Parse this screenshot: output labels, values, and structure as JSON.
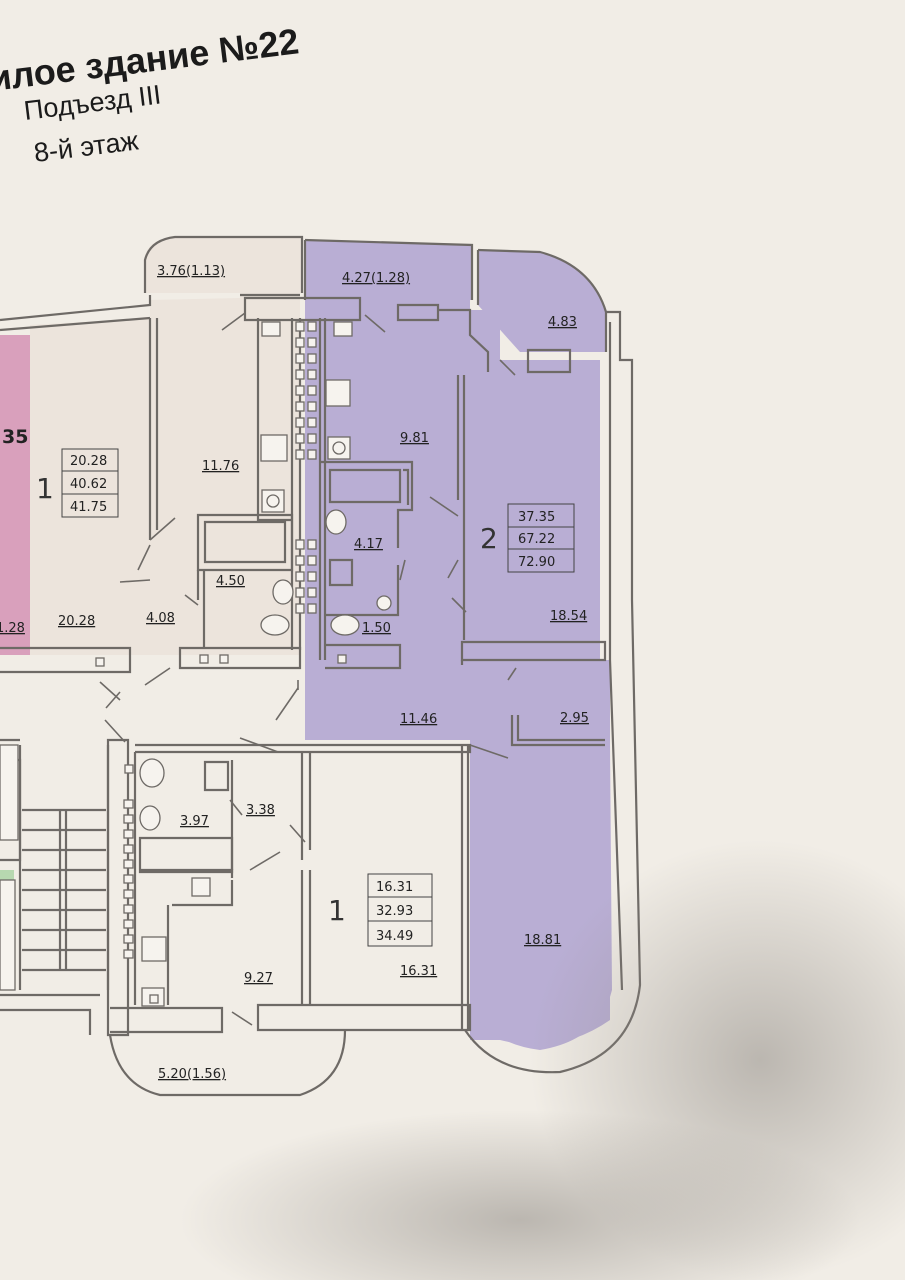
{
  "title": {
    "building": "илое здание №22",
    "entrance": "Подъезд  III",
    "floor": "8-й  этаж"
  },
  "colors": {
    "paper": "#f1ede6",
    "apt_left": "#ece4dc",
    "apt_purple": "#b9aed4",
    "apt_pink": "#d9a0bc",
    "apt_green": "#b7d8b0",
    "walls": "#6e6a66"
  },
  "apartments": {
    "left_top": {
      "rooms_label": "1",
      "areas": [
        "20.28",
        "40.62",
        "41.75"
      ],
      "room_living": "20.28",
      "kitchen": "11.76",
      "bathroom": "4.50",
      "hall": "4.08",
      "balcony": "3.76(1.13)"
    },
    "purple": {
      "rooms_label": "2",
      "areas": [
        "37.35",
        "67.22",
        "72.90"
      ],
      "balcony_top": "4.27(1.28)",
      "balcony_right": "4.83",
      "kitchen": "9.81",
      "bath": "4.17",
      "wc": "1.50",
      "room_top": "18.54",
      "hall": "11.46",
      "storage": "2.95",
      "room_bottom": "18.81"
    },
    "left_bottom": {
      "rooms_label": "1",
      "areas": [
        "16.31",
        "32.93",
        "34.49"
      ],
      "room_living": "16.31",
      "bath": "3.97",
      "hall": "3.38",
      "kitchen": "9.27",
      "balcony": "5.20(1.56)"
    },
    "cut_left": {
      "label": "35",
      "area_bottom": "1.28"
    }
  }
}
